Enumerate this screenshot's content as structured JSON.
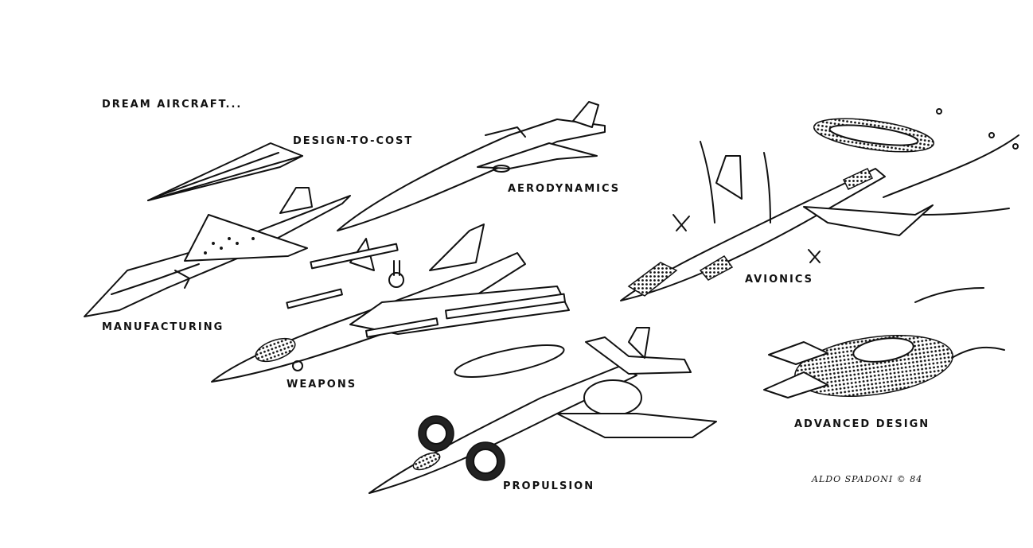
{
  "title": "DREAM AIRCRAFT...",
  "labels": {
    "design_to_cost": "DESIGN-TO-COST",
    "aerodynamics": "AERODYNAMICS",
    "manufacturing": "MANUFACTURING",
    "weapons": "WEAPONS",
    "avionics": "AVIONICS",
    "propulsion": "PROPULSION",
    "advanced_design": "ADVANCED DESIGN"
  },
  "signature": "ALDO SPADONI © 84"
}
